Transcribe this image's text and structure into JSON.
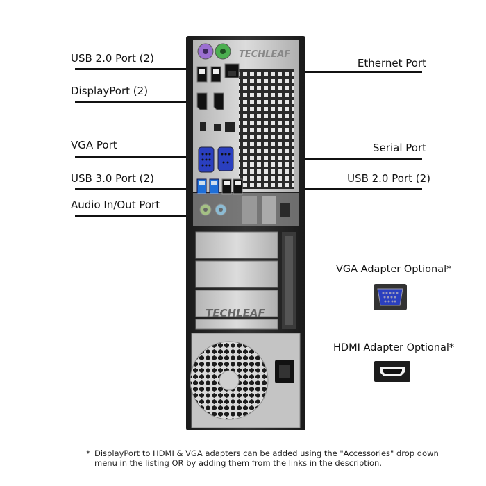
{
  "labels": {
    "usb2_left": "USB 2.0 Port (2)",
    "displayport": "DisplayPort (2)",
    "vga": "VGA Port",
    "usb3": "USB 3.0 Port (2)",
    "audio": "Audio In/Out Port",
    "ethernet": "Ethernet Port",
    "serial": "Serial Port",
    "usb2_right": "USB 2.0 Port (2)"
  },
  "brand": {
    "top": "TECHLEAF",
    "panel": "TECHLEAF"
  },
  "adapters": {
    "vga_title": "VGA Adapter Optional*",
    "hdmi_title": "HDMI Adapter Optional*"
  },
  "footnote": {
    "marker": "*",
    "text": "DisplayPort to HDMI & VGA adapters can be added using the \"Accessories\" drop down menu in the listing OR by adding them from the links in the description."
  },
  "colors": {
    "case": "#2b2b2b",
    "panel": "#c9c9c9",
    "vga_blue": "#2a3fbf",
    "usb3_blue": "#1e6fd9",
    "ps2_purple": "#9b6fd1",
    "ps2_green": "#4caf50",
    "audio_green": "#8bc34a",
    "audio_blue": "#5bb8e8"
  }
}
